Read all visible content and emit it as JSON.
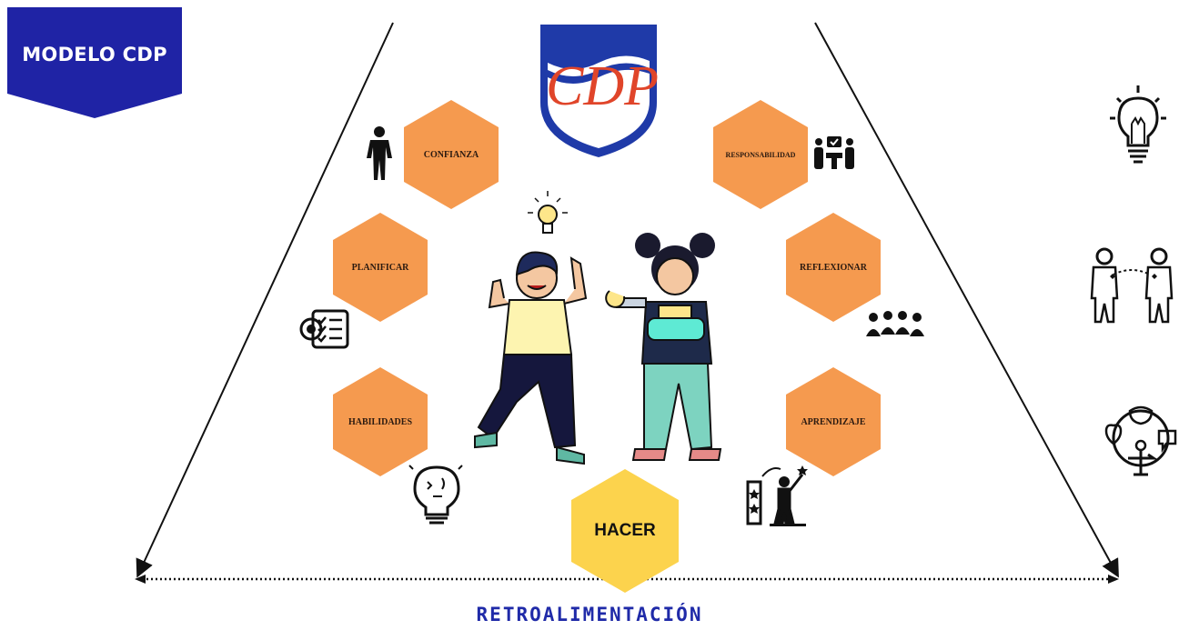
{
  "banner": {
    "label": "MODELO CDP",
    "color": "#1f23a5"
  },
  "logo": {
    "text": "CDP",
    "shield_color": "#1f3aa8",
    "letter_color": "#e0452a"
  },
  "hexagons": {
    "confianza": "CONFIANZA",
    "responsabilidad": "RESPONSABILIDAD",
    "planificar": "PLANIFICAR",
    "reflexionar": "REFLEXIONAR",
    "habilidades": "HABILIDADES",
    "aprendizaje": "APRENDIZAJE",
    "hacer": "HACER"
  },
  "colors": {
    "hex_orange": "#f59a4f",
    "hex_yellow": "#fcd34d",
    "feedback_text": "#1f2aa8"
  },
  "footer": {
    "label": "RETROALIMENTACIÓN"
  },
  "icons": [
    "person-icon",
    "teamwork-icon",
    "checklist-icon",
    "group-icon",
    "creative-bulb-icon",
    "achievement-icon",
    "lightbulb-icon",
    "connection-icon",
    "empathy-icon"
  ]
}
